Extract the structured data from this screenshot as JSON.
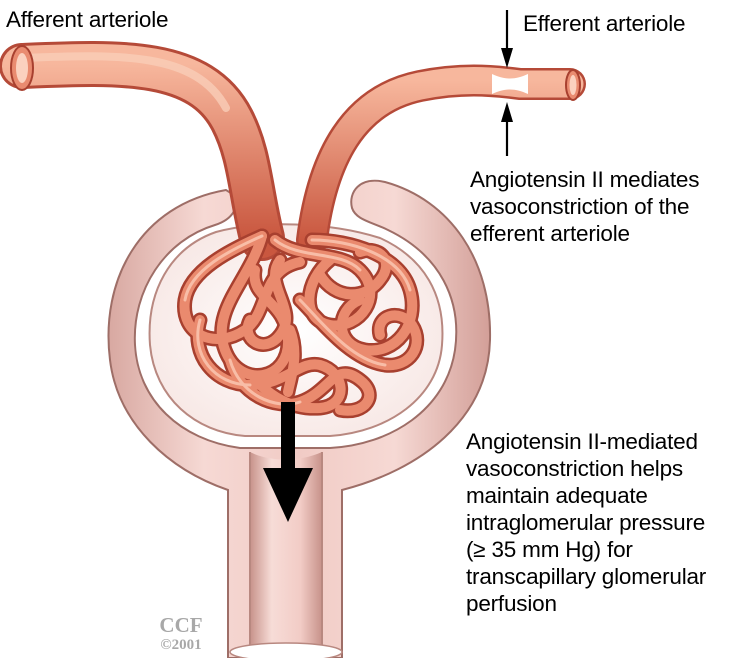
{
  "labels": {
    "afferent": "Afferent arteriole",
    "efferent": "Efferent arteriole",
    "angiotensin_vasoconstriction": [
      "Angiotensin II mediates",
      "vasoconstriction of the",
      "efferent arteriole"
    ],
    "pressure_note": [
      "Angiotensin II-mediated",
      "vasoconstriction helps",
      "maintain adequate",
      "intraglomerular pressure",
      "(≥ 35 mm Hg) for",
      "transcapillary glomerular",
      "perfusion"
    ]
  },
  "logo": {
    "text": "CCF",
    "year": "©2001"
  },
  "colors": {
    "vessel": "#e5856b",
    "vessel_dark": "#b54a38",
    "vessel_light": "#f7c0a7",
    "capsule": "#efc6c1",
    "capsule_dark": "#b88880",
    "capsule_light": "#f9e2de",
    "lumen": "#f3d5d0",
    "arrow": "#000000"
  }
}
